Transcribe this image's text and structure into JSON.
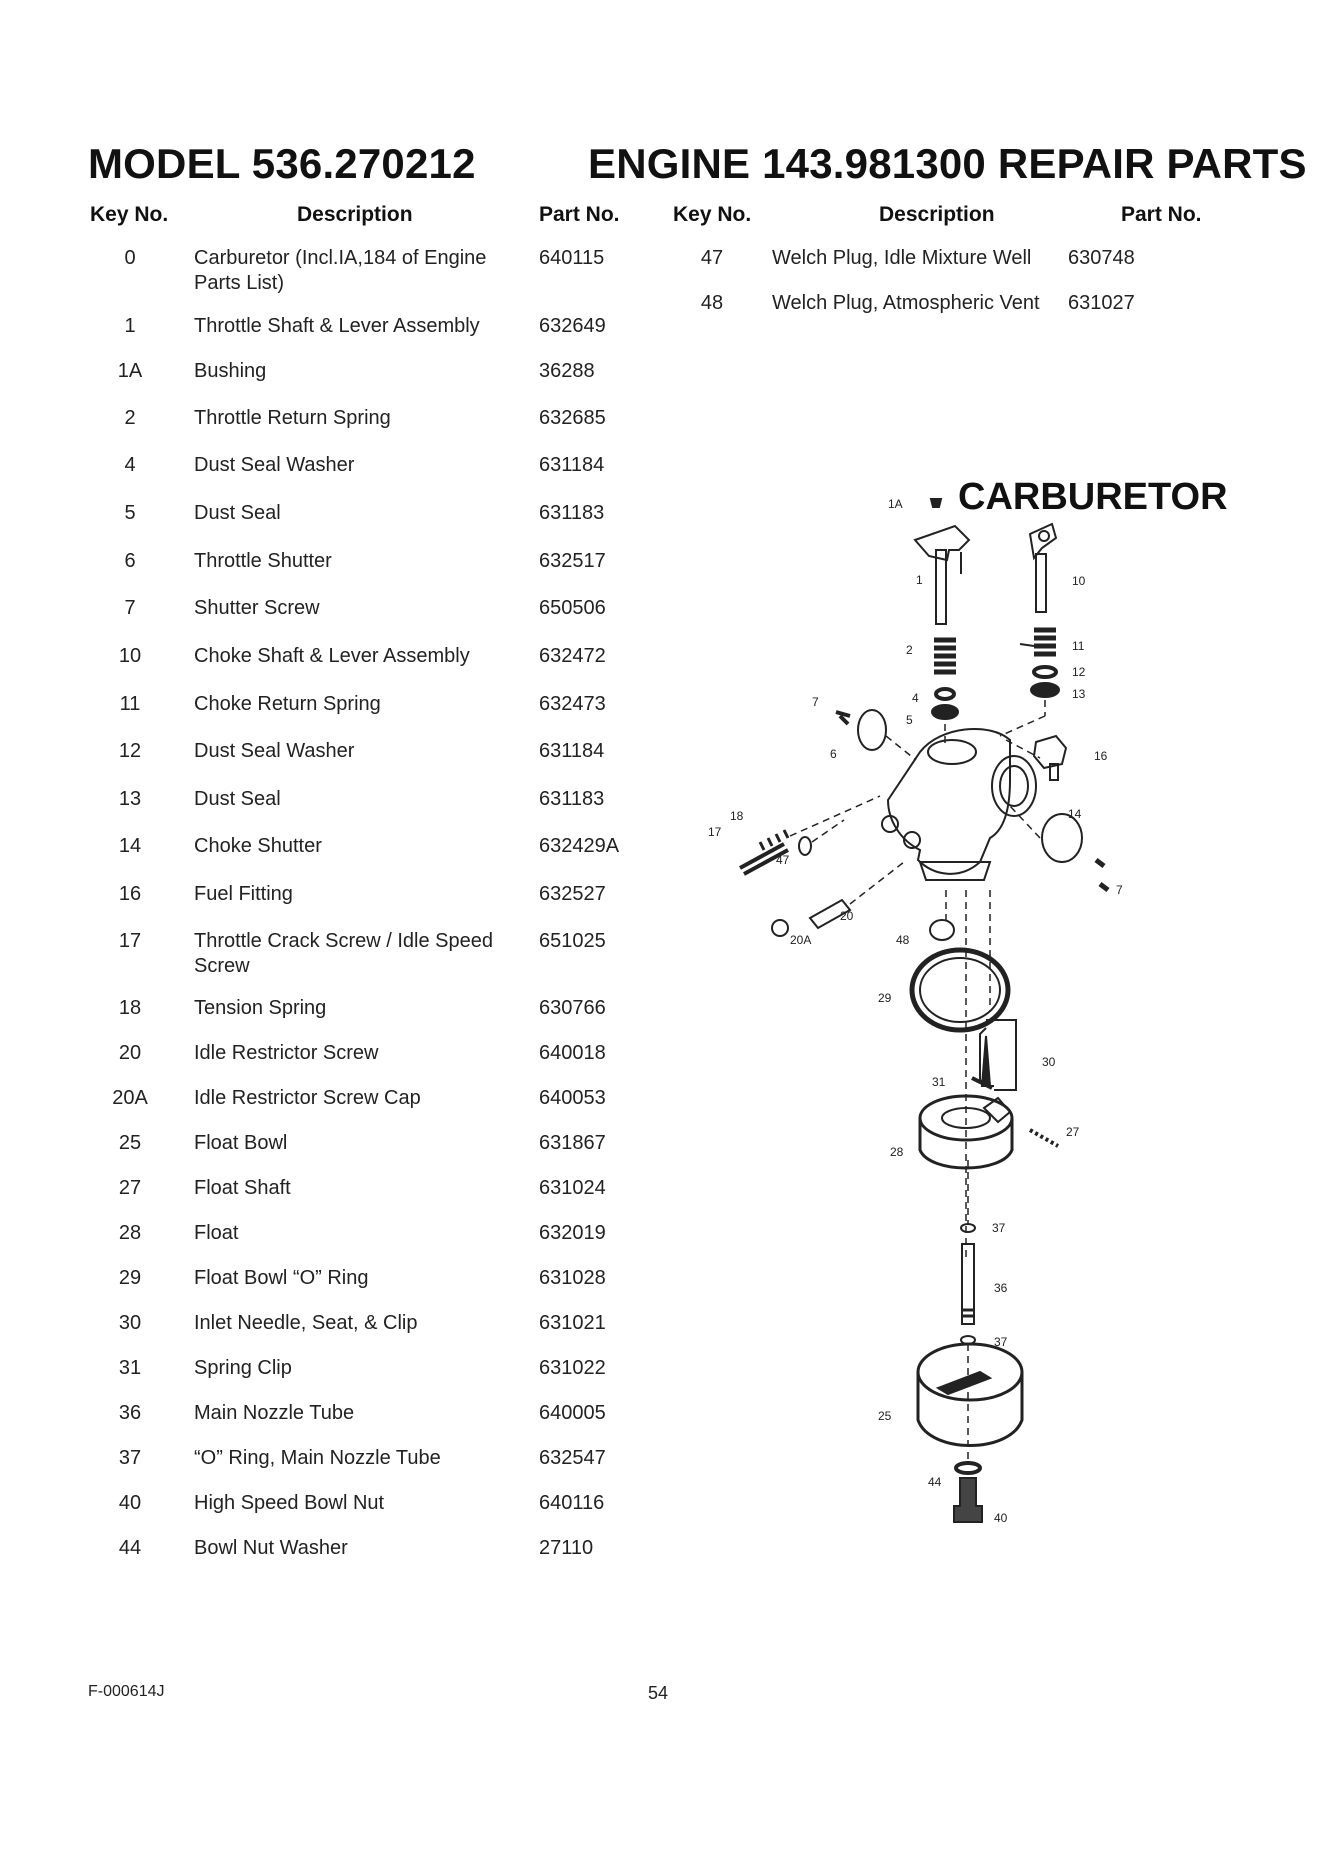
{
  "titles": {
    "model": "MODEL 536.270212",
    "engine": "ENGINE 143.981300 REPAIR PARTS"
  },
  "columns": {
    "key_no": "Key No.",
    "description": "Description",
    "part_no": "Part No."
  },
  "parts_left": [
    {
      "key": "0",
      "desc": "Carburetor (Incl.IA,184 of Engine Parts List)",
      "part": "640115"
    },
    {
      "key": "1",
      "desc": "Throttle Shaft & Lever Assembly",
      "part": "632649"
    },
    {
      "key": "1A",
      "desc": "Bushing",
      "part": "36288"
    },
    {
      "key": "2",
      "desc": "Throttle Return Spring",
      "part": "632685"
    },
    {
      "key": "4",
      "desc": "Dust Seal Washer",
      "part": "631184"
    },
    {
      "key": "5",
      "desc": "Dust Seal",
      "part": "631183"
    },
    {
      "key": "6",
      "desc": "Throttle Shutter",
      "part": "632517"
    },
    {
      "key": "7",
      "desc": "Shutter Screw",
      "part": "650506"
    },
    {
      "key": "10",
      "desc": "Choke Shaft & Lever Assembly",
      "part": "632472"
    },
    {
      "key": "11",
      "desc": "Choke Return Spring",
      "part": "632473"
    },
    {
      "key": "12",
      "desc": "Dust Seal Washer",
      "part": "631184"
    },
    {
      "key": "13",
      "desc": "Dust Seal",
      "part": "631183"
    },
    {
      "key": "14",
      "desc": "Choke Shutter",
      "part": "632429A"
    },
    {
      "key": "16",
      "desc": "Fuel Fitting",
      "part": "632527"
    },
    {
      "key": "17",
      "desc": "Throttle Crack Screw / Idle Speed Screw",
      "part": "651025"
    },
    {
      "key": "18",
      "desc": "Tension Spring",
      "part": "630766"
    },
    {
      "key": "20",
      "desc": "Idle Restrictor Screw",
      "part": "640018"
    },
    {
      "key": "20A",
      "desc": "Idle Restrictor Screw Cap",
      "part": "640053"
    },
    {
      "key": "25",
      "desc": "Float Bowl",
      "part": "631867"
    },
    {
      "key": "27",
      "desc": "Float Shaft",
      "part": "631024"
    },
    {
      "key": "28",
      "desc": "Float",
      "part": "632019"
    },
    {
      "key": "29",
      "desc": "Float Bowl “O” Ring",
      "part": "631028"
    },
    {
      "key": "30",
      "desc": "Inlet Needle, Seat, & Clip",
      "part": "631021"
    },
    {
      "key": "31",
      "desc": "Spring Clip",
      "part": "631022"
    },
    {
      "key": "36",
      "desc": "Main Nozzle Tube",
      "part": "640005"
    },
    {
      "key": "37",
      "desc": "“O” Ring, Main Nozzle Tube",
      "part": "632547"
    },
    {
      "key": "40",
      "desc": "High Speed Bowl Nut",
      "part": "640116"
    },
    {
      "key": "44",
      "desc": "Bowl Nut Washer",
      "part": "27110"
    }
  ],
  "parts_right": [
    {
      "key": "47",
      "desc": "Welch Plug, Idle Mixture Well",
      "part": "630748"
    },
    {
      "key": "48",
      "desc": "Welch Plug, Atmospheric Vent",
      "part": "631027"
    }
  ],
  "diagram": {
    "title": "CARBURETOR",
    "callouts": [
      "1A",
      "1",
      "10",
      "2",
      "11",
      "12",
      "13",
      "4",
      "5",
      "7",
      "6",
      "16",
      "18",
      "17",
      "14",
      "47",
      "7",
      "20",
      "20A",
      "48",
      "29",
      "30",
      "31",
      "27",
      "28",
      "37",
      "36",
      "37",
      "25",
      "44",
      "40"
    ]
  },
  "footer": {
    "code": "F-000614J",
    "page": "54"
  }
}
